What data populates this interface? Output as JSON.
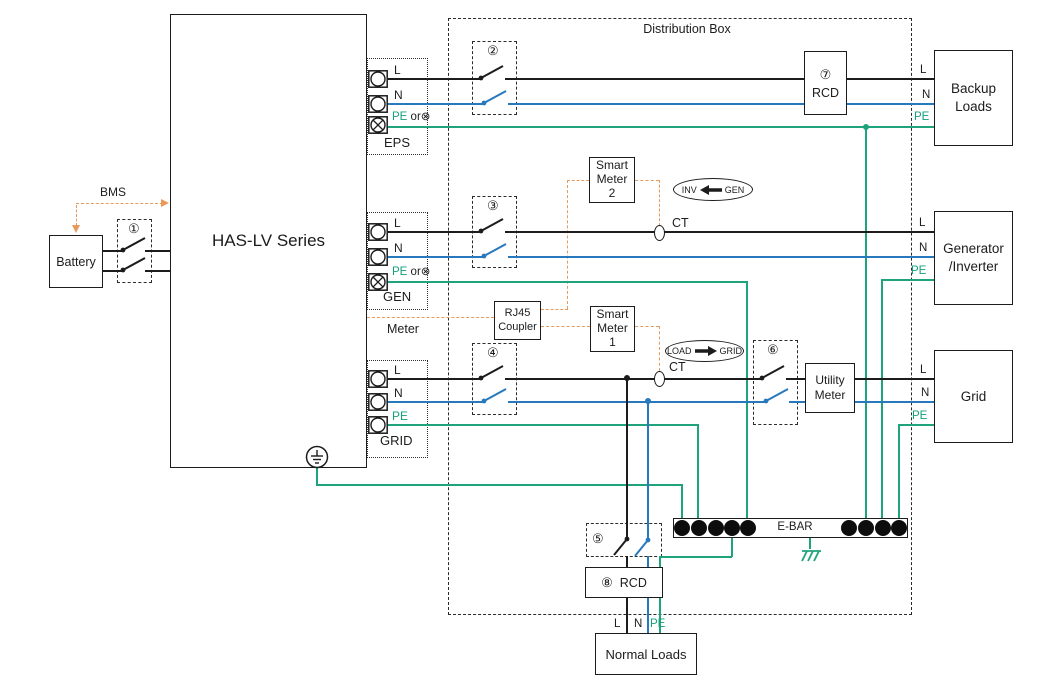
{
  "colors": {
    "line": "#1c1c1c",
    "neutral": "#2878be",
    "earth": "#1fa37c",
    "comm": "#e8995c"
  },
  "battery": {
    "label": "Battery"
  },
  "bms": {
    "label": "BMS"
  },
  "inverter": {
    "name": "HAS-LV Series"
  },
  "distribution_box": {
    "title": "Distribution Box"
  },
  "ports": {
    "eps": {
      "name": "EPS",
      "l": "L",
      "n": "N",
      "pe": "PE",
      "pe_or": "or⊗"
    },
    "gen": {
      "name": "GEN",
      "l": "L",
      "n": "N",
      "pe": "PE",
      "pe_or": "or⊗"
    },
    "grid": {
      "name": "GRID",
      "l": "L",
      "n": "N",
      "pe": "PE"
    },
    "meter": {
      "name": "Meter"
    }
  },
  "switches": {
    "s1": "①",
    "s2": "②",
    "s3": "③",
    "s4": "④",
    "s5": "⑤",
    "s6": "⑥"
  },
  "devices": {
    "rcd_backup": {
      "num": "⑦",
      "label": "RCD"
    },
    "rcd_normal": {
      "num": "⑧",
      "label": "RCD"
    },
    "smart_meter_2": {
      "line1": "Smart",
      "line2": "Meter",
      "line3": "2"
    },
    "smart_meter_1": {
      "line1": "Smart",
      "line2": "Meter",
      "line3": "1"
    },
    "rj45_coupler": {
      "line1": "RJ45",
      "line2": "Coupler"
    },
    "utility_meter": {
      "line1": "Utility",
      "line2": "Meter"
    },
    "ebar": {
      "label": "E-BAR"
    },
    "ct_gen": {
      "label": "CT"
    },
    "ct_grid": {
      "label": "CT"
    }
  },
  "badges": {
    "gen_flow": {
      "left": "INV",
      "right": "GEN"
    },
    "grid_flow": {
      "left": "LOAD",
      "right": "GRID"
    }
  },
  "endpoints": {
    "backup": {
      "line1": "Backup",
      "line2": "Loads",
      "l": "L",
      "n": "N",
      "pe": "PE"
    },
    "generator": {
      "line1": "Generator",
      "line2": "/Inverter",
      "l": "L",
      "n": "N",
      "pe": "PE"
    },
    "grid": {
      "label": "Grid",
      "l": "L",
      "n": "N",
      "pe": "PE"
    },
    "normal": {
      "label": "Normal Loads",
      "l": "L",
      "n": "N",
      "pe": "PE"
    }
  }
}
